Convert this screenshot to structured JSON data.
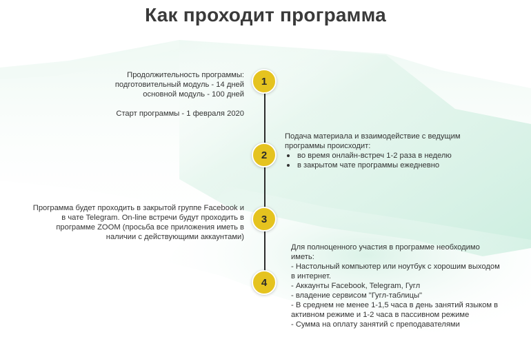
{
  "title": "Как проходит программа",
  "colors": {
    "circle": "#e5c31f",
    "line": "#2b2b2b",
    "background_wash": "#cdeee0"
  },
  "steps": [
    {
      "number": "1",
      "lines": [
        "Продолжительность программы:",
        "подготовительный модуль - 14 дней",
        "основной модуль - 100 дней",
        "",
        "Старт программы - 1 февраля 2020"
      ]
    },
    {
      "number": "2",
      "intro": [
        "Подача материала и взаимодействие с ведущим",
        "программы происходит:"
      ],
      "bullets": [
        "во время онлайн-встреч 1-2 раза в неделю",
        "в закрытом чате программы ежедневно"
      ]
    },
    {
      "number": "3",
      "lines": [
        "Программа будет проходить в закрытой группе Facebook и",
        "в чате Telegram. On-line встречи будут проходить в",
        "программе ZOOM (просьба все приложения иметь в",
        "наличии с действующими аккаунтами)"
      ]
    },
    {
      "number": "4",
      "lines": [
        "Для полноценного участия в программе необходимо",
        "иметь:",
        "- Настольный компьютер или ноутбук с хорошим выходом",
        "в интернет.",
        "- Аккаунты Facebook, Telegram, Гугл",
        "- владение сервисом \"Гугл-таблицы\"",
        "- В среднем не менее 1-1,5 часа в день занятий языком в",
        "активном режиме и 1-2 часа в пассивном режиме",
        "- Сумма на оплату занятий с преподавателями"
      ]
    }
  ]
}
